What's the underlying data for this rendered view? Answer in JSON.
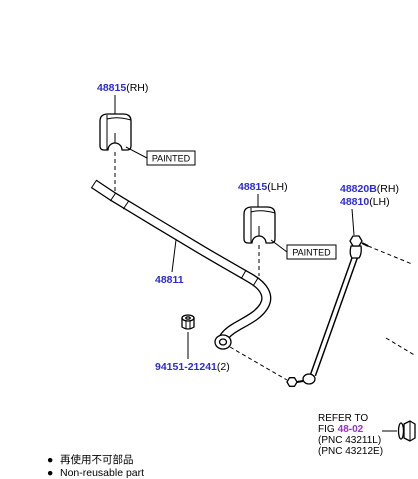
{
  "colors": {
    "part_number": "#2c2cd2",
    "figure_link": "#9b2fc7"
  },
  "callouts": {
    "bushing_rh": {
      "part_no": "48815",
      "side": "(RH)",
      "note": "PAINTED"
    },
    "bushing_lh": {
      "part_no": "48815",
      "side": "(LH)",
      "note": "PAINTED"
    },
    "stabilizer_link": {
      "part_no_rh": "48820B",
      "side_rh": "(RH)",
      "part_no_lh": "48810",
      "side_lh": "(LH)"
    },
    "stabilizer_bar": {
      "part_no": "48811"
    },
    "nut": {
      "part_no": "94151-21241",
      "qty": "(2)"
    },
    "reference": {
      "line1": "REFER TO",
      "fig_label": "FIG",
      "fig_no": "48-02",
      "pnc1": "(PNC 43211L)",
      "pnc2": "(PNC 43212E)"
    }
  },
  "legend": [
    {
      "bullet": "●",
      "text": "再使用不可部品"
    },
    {
      "bullet": "●",
      "text": "Non-reusable part"
    }
  ]
}
